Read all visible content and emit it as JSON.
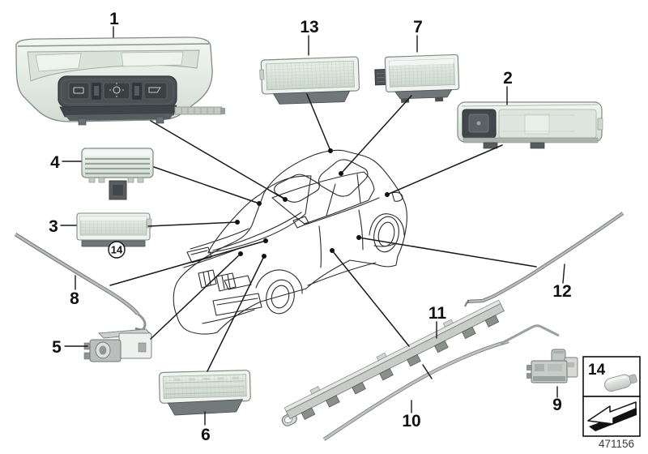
{
  "figure": {
    "type": "exploded-parts-diagram",
    "footer_code": "471156",
    "labels": {
      "p1": "1",
      "p2": "2",
      "p3": "3",
      "p4": "4",
      "p5": "5",
      "p6": "6",
      "p7": "7",
      "p8": "8",
      "p9": "9",
      "p10": "10",
      "p11": "11",
      "p12": "12",
      "p13": "13",
      "p14_circled": "14",
      "p14_boxed": "14"
    },
    "icons": {
      "car": "car-outline",
      "bulb": "festoon-bulb-icon",
      "arrow": "page-continuation-arrow-icon"
    }
  },
  "colors": {
    "diagram_line": "#1a1a1a",
    "housing_mint": "#e9efe9",
    "lens_mint": "#dde7de",
    "switch_panel_dark": "#45494c",
    "strip_gray": "#b5bab7",
    "base_gray": "#70777a"
  }
}
